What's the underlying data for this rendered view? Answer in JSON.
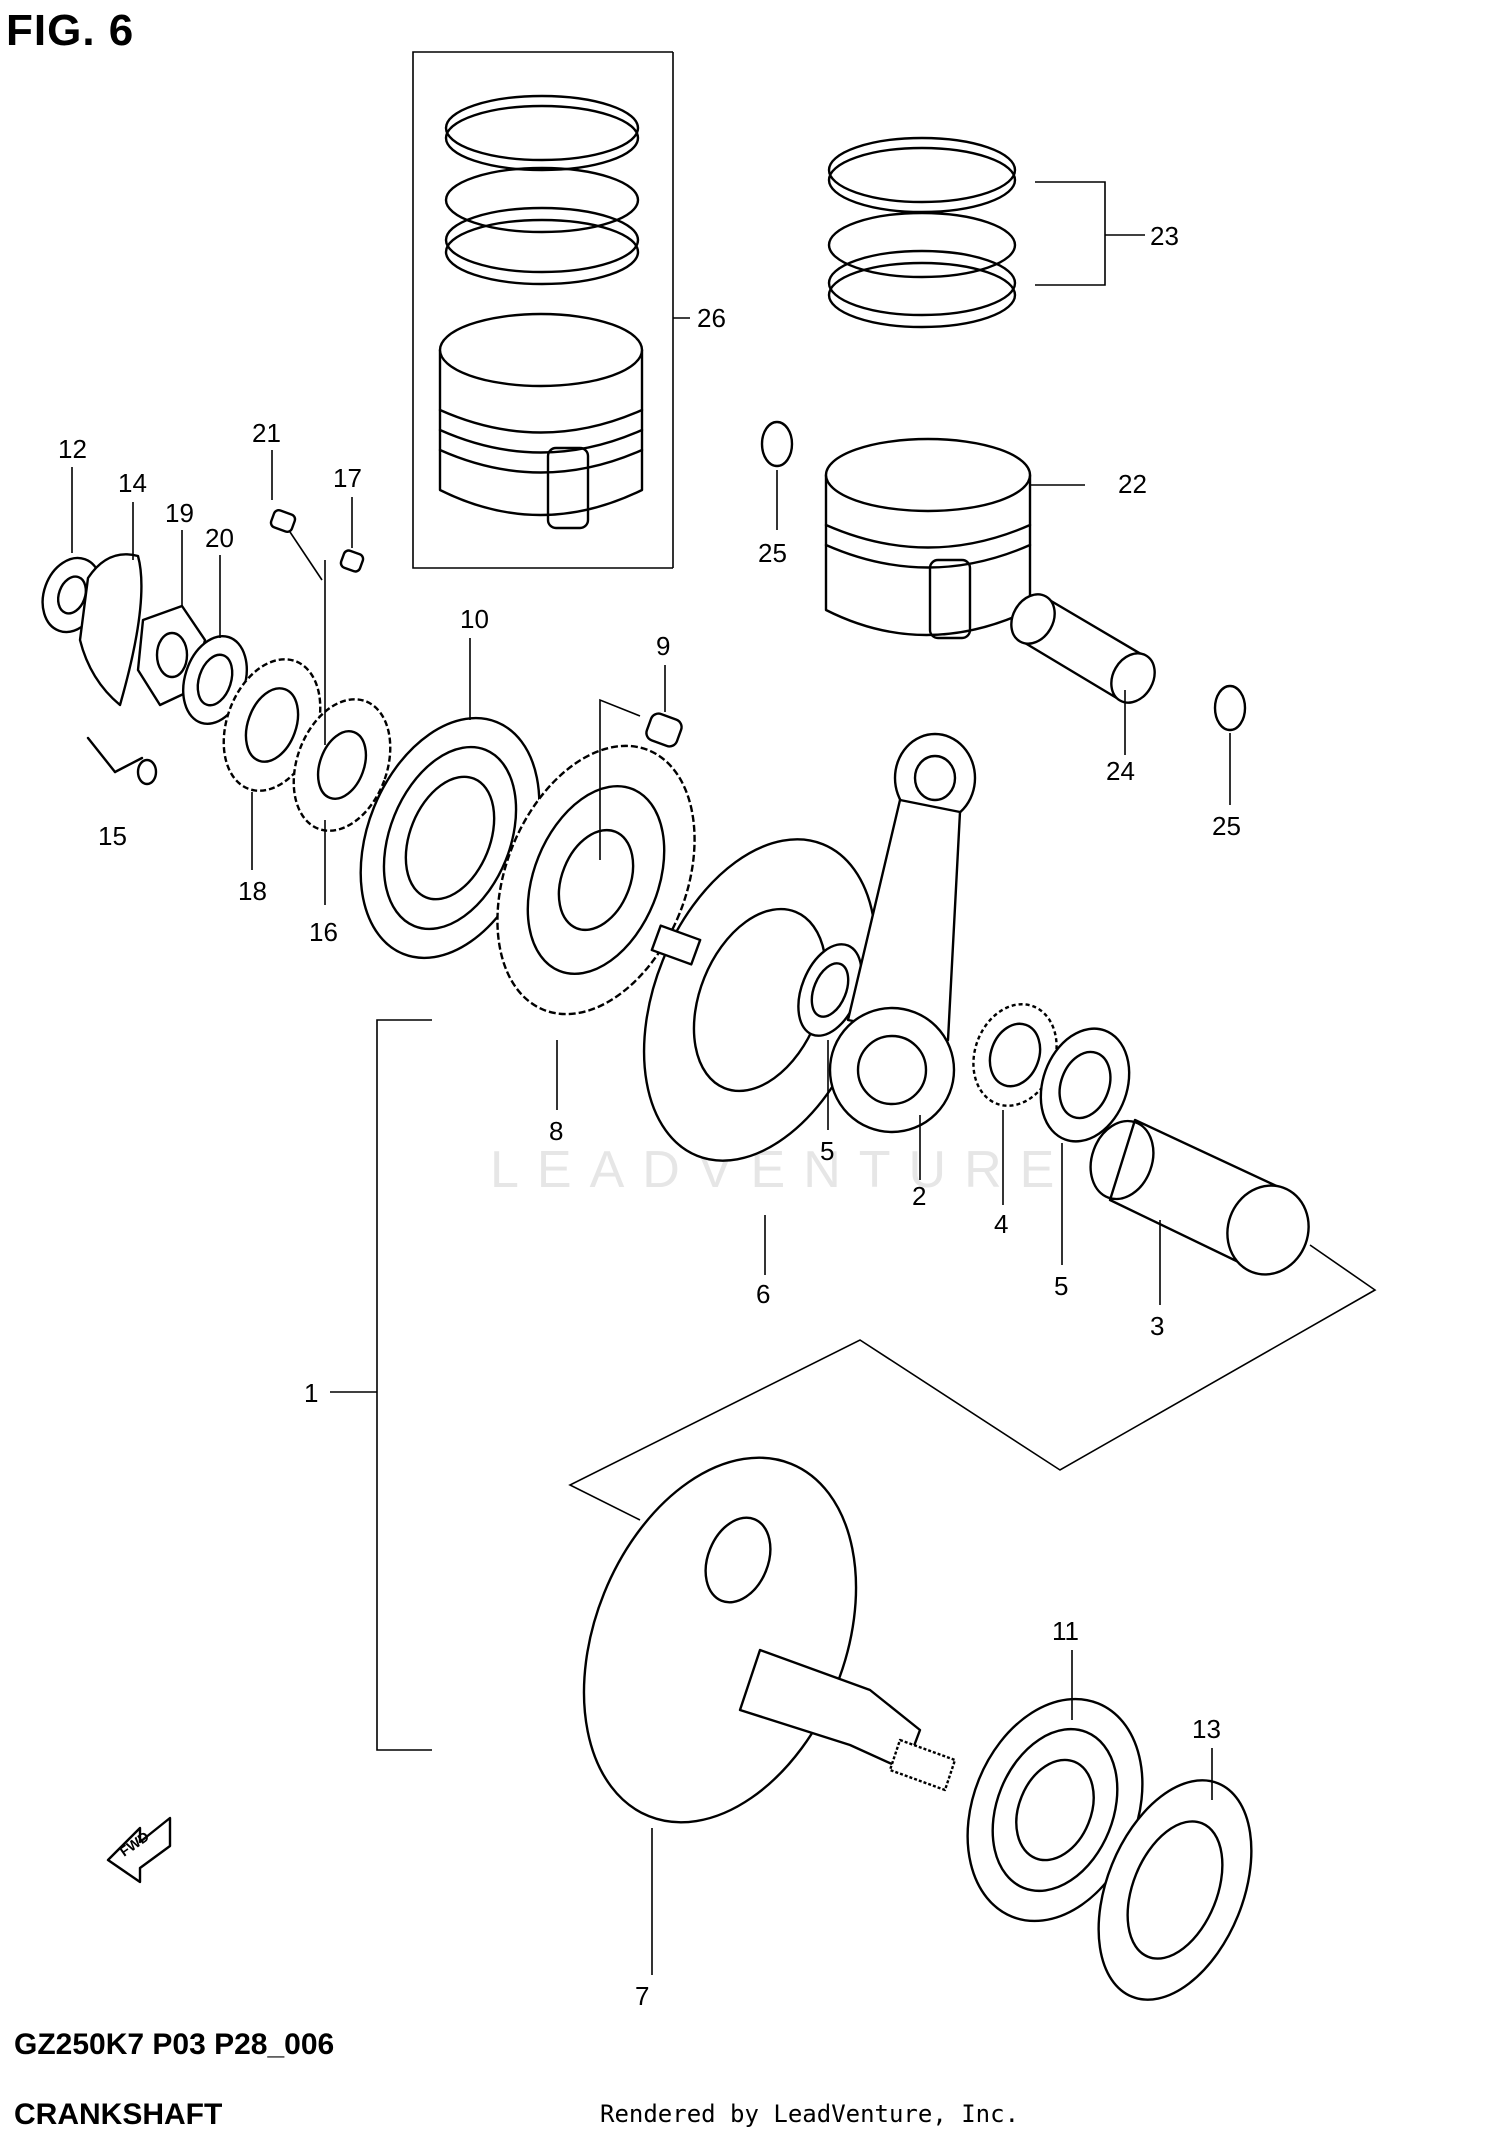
{
  "figure": {
    "title": "FIG. 6"
  },
  "footer": {
    "code": "GZ250K7 P03 P28_006",
    "name": "CRANKSHAFT"
  },
  "credit": "Rendered by LeadVenture, Inc.",
  "watermark": "LEADVENTURE",
  "fwd_label": "FWD",
  "callouts": {
    "c1": "1",
    "c2": "2",
    "c3": "3",
    "c4": "4",
    "c5a": "5",
    "c5b": "5",
    "c6": "6",
    "c7": "7",
    "c8": "8",
    "c9": "9",
    "c10": "10",
    "c11": "11",
    "c12": "12",
    "c13": "13",
    "c14": "14",
    "c15": "15",
    "c16": "16",
    "c17": "17",
    "c18": "18",
    "c19": "19",
    "c20": "20",
    "c21": "21",
    "c22": "22",
    "c23": "23",
    "c24": "24",
    "c25a": "25",
    "c25b": "25",
    "c26": "26"
  }
}
